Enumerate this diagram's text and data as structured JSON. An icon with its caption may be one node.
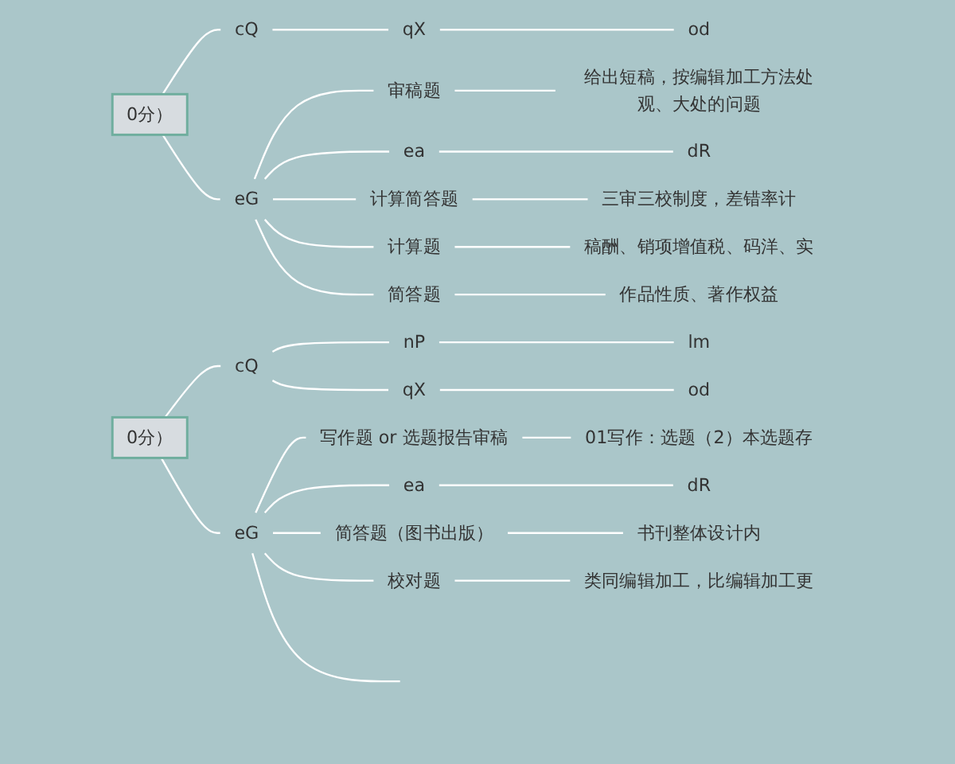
{
  "diagram": {
    "nodes": [
      {
        "text": [
          "0分）"
        ]
      },
      {
        "text": [
          "cQ"
        ]
      },
      {
        "text": [
          "qX"
        ]
      },
      {
        "text": [
          "od"
        ]
      },
      {
        "text": [
          "eG"
        ]
      },
      {
        "text": [
          "审稿题"
        ]
      },
      {
        "text": [
          "给出短稿，按编辑加工方法处观、大处的问题"
        ]
      },
      {
        "text": [
          "ea"
        ]
      },
      {
        "text": [
          "dR"
        ]
      },
      {
        "text": [
          "计算简答题"
        ]
      },
      {
        "text": [
          "三审三校制度，差错率计"
        ]
      },
      {
        "text": [
          "计算题"
        ]
      },
      {
        "text": [
          "稿酬、销项增值税、码洋、实"
        ]
      },
      {
        "text": [
          "简答题"
        ]
      },
      {
        "text": [
          "作品性质、著作权益"
        ]
      },
      {
        "text": [
          "0分）"
        ]
      },
      {
        "text": [
          "cQ"
        ]
      },
      {
        "text": [
          "nP"
        ]
      },
      {
        "text": [
          "lm"
        ]
      },
      {
        "text": [
          "qX"
        ]
      },
      {
        "text": [
          "od"
        ]
      },
      {
        "text": [
          "eG"
        ]
      },
      {
        "text": [
          "写作题 or 选题报告审稿"
        ]
      },
      {
        "text": [
          "01写作：选题（2）本选题存"
        ]
      },
      {
        "text": [
          "ea"
        ]
      },
      {
        "text": [
          "dR"
        ]
      },
      {
        "text": [
          "简答题（图书出版）"
        ]
      },
      {
        "text": [
          "书刊整体设计内"
        ]
      },
      {
        "text": [
          "校对题"
        ]
      },
      {
        "text": [
          "类同编辑加工，比编辑加工更"
        ]
      }
    ],
    "edges": [
      {
        "from": 0,
        "to": 1,
        "arrow": "none"
      },
      {
        "from": 1,
        "to": 2,
        "arrow": "none"
      },
      {
        "from": 2,
        "to": 3,
        "arrow": "none"
      },
      {
        "from": 0,
        "to": 4,
        "arrow": "none"
      },
      {
        "from": 4,
        "to": 5,
        "arrow": "none"
      },
      {
        "from": 5,
        "to": 6,
        "arrow": "none"
      },
      {
        "from": 4,
        "to": 7,
        "arrow": "none"
      },
      {
        "from": 7,
        "to": 8,
        "arrow": "none"
      },
      {
        "from": 4,
        "to": 9,
        "arrow": "none"
      },
      {
        "from": 9,
        "to": 10,
        "arrow": "none"
      },
      {
        "from": 4,
        "to": 11,
        "arrow": "none"
      },
      {
        "from": 11,
        "to": 12,
        "arrow": "none"
      },
      {
        "from": 4,
        "to": 13,
        "arrow": "none"
      },
      {
        "from": 13,
        "to": 14,
        "arrow": "none"
      },
      {
        "from": 15,
        "to": 16,
        "arrow": "none"
      },
      {
        "from": 16,
        "to": 17,
        "arrow": "none"
      },
      {
        "from": 17,
        "to": 18,
        "arrow": "none"
      },
      {
        "from": 16,
        "to": 19,
        "arrow": "none"
      },
      {
        "from": 19,
        "to": 20,
        "arrow": "none"
      },
      {
        "from": 15,
        "to": 21,
        "arrow": "none"
      },
      {
        "from": 21,
        "to": 22,
        "arrow": "none"
      },
      {
        "from": 22,
        "to": 23,
        "arrow": "none"
      },
      {
        "from": 21,
        "to": 24,
        "arrow": "none"
      },
      {
        "from": 24,
        "to": 25,
        "arrow": "none"
      },
      {
        "from": 21,
        "to": 26,
        "arrow": "none"
      },
      {
        "from": 26,
        "to": 27,
        "arrow": "none"
      },
      {
        "from": 21,
        "to": 28,
        "arrow": "none"
      },
      {
        "from": 28,
        "to": 29,
        "arrow": "none"
      },
      {
        "from": 21,
        "to": null,
        "arrow": "none"
      }
    ]
  }
}
